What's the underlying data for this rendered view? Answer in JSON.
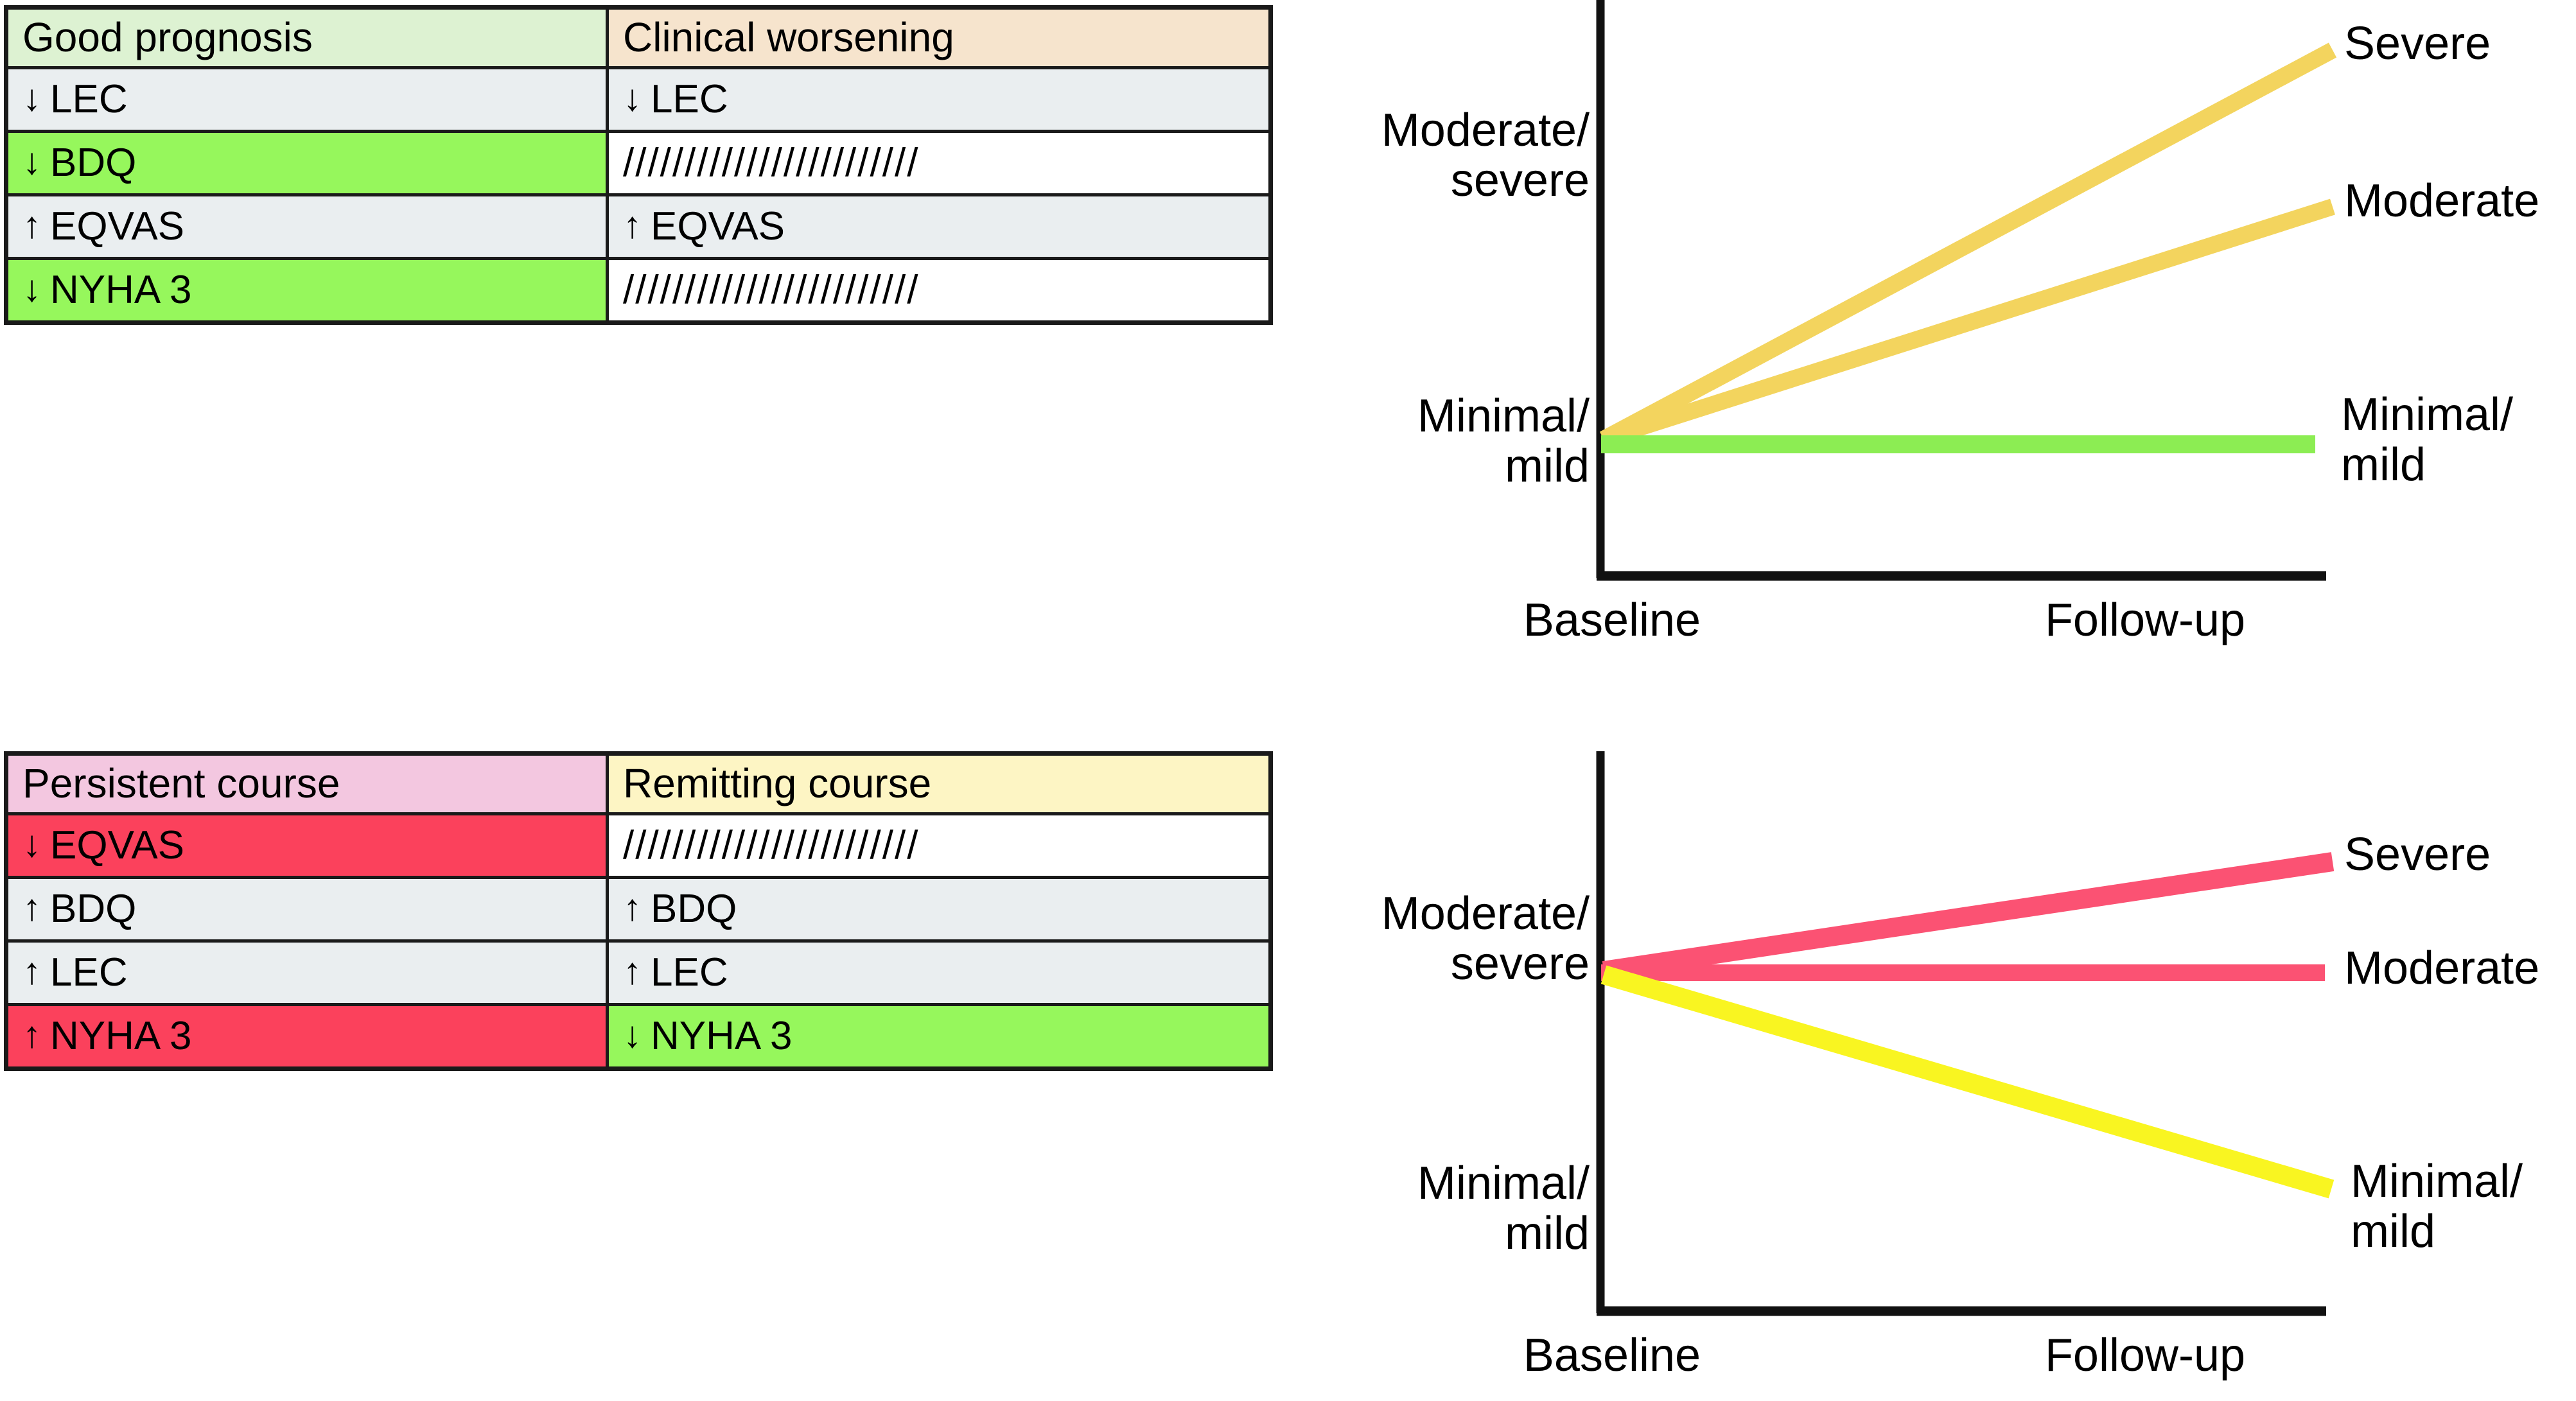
{
  "figure": {
    "panels": [
      {
        "id": "panel-a",
        "table": {
          "headers": [
            "Good prognosis",
            "Clinical worsening"
          ],
          "header_colors": [
            "#ddf2d2",
            "#f6e4cd"
          ],
          "rows": [
            {
              "left": {
                "arrow": "↓",
                "label": "LEC",
                "fill": "#eaeef0",
                "hatched": false
              },
              "right": {
                "arrow": "↓",
                "label": "LEC",
                "fill": "#eaeef0",
                "hatched": false
              }
            },
            {
              "left": {
                "arrow": "↓",
                "label": "BDQ",
                "fill": "#96f75c",
                "hatched": false
              },
              "right": {
                "arrow": "",
                "label": "////////////////////////",
                "fill": "#ffffff",
                "hatched": true
              }
            },
            {
              "left": {
                "arrow": "↑",
                "label": "EQVAS",
                "fill": "#eaeef0",
                "hatched": false
              },
              "right": {
                "arrow": "↑",
                "label": "EQVAS",
                "fill": "#eaeef0",
                "hatched": false
              }
            },
            {
              "left": {
                "arrow": "↓",
                "label": "NYHA 3",
                "fill": "#96f75c",
                "hatched": false
              },
              "right": {
                "arrow": "",
                "label": "////////////////////////",
                "fill": "#ffffff",
                "hatched": true
              }
            }
          ]
        },
        "chart": {
          "type": "line",
          "title": "",
          "xlabel": "",
          "ylabel": "",
          "x_ticks": [
            "Baseline",
            "Follow-up"
          ],
          "y_ticks": [
            "Moderate/\nsevere",
            "Minimal/\nmild"
          ],
          "y_tick_values": [
            2,
            1
          ],
          "ylim": [
            0.4,
            3.0
          ],
          "xlim": [
            0,
            1
          ],
          "grid": false,
          "legend_position": "right-of-line-end",
          "series": [
            {
              "name": "Severe",
              "color": "#f3d45e",
              "x": [
                0,
                1
              ],
              "y": [
                1.0,
                2.72
              ],
              "end_label": "Severe"
            },
            {
              "name": "Moderate",
              "color": "#f3d45e",
              "x": [
                0,
                1
              ],
              "y": [
                1.0,
                2.3
              ],
              "end_label": "Moderate"
            },
            {
              "name": "Minimal/mild",
              "color": "#8ced53",
              "x": [
                0,
                1
              ],
              "y": [
                1.0,
                1.0
              ],
              "end_label": "Minimal/\nmild"
            }
          ]
        }
      },
      {
        "id": "panel-b",
        "table": {
          "headers": [
            "Persistent course",
            "Remitting course"
          ],
          "header_colors": [
            "#f3c7e0",
            "#fdf5c4"
          ],
          "rows": [
            {
              "left": {
                "arrow": "↓",
                "label": "EQVAS",
                "fill": "#fb415c",
                "hatched": false
              },
              "right": {
                "arrow": "",
                "label": "////////////////////////",
                "fill": "#ffffff",
                "hatched": true
              }
            },
            {
              "left": {
                "arrow": "↑",
                "label": "BDQ",
                "fill": "#eaeef0",
                "hatched": false
              },
              "right": {
                "arrow": "↑",
                "label": "BDQ",
                "fill": "#eaeef0",
                "hatched": false
              }
            },
            {
              "left": {
                "arrow": "↑",
                "label": "LEC",
                "fill": "#eaeef0",
                "hatched": false
              },
              "right": {
                "arrow": "↑",
                "label": "LEC",
                "fill": "#eaeef0",
                "hatched": false
              }
            },
            {
              "left": {
                "arrow": "↑",
                "label": "NYHA 3",
                "fill": "#fb415c",
                "hatched": false
              },
              "right": {
                "arrow": "↓",
                "label": "NYHA 3",
                "fill": "#96f75c",
                "hatched": false
              }
            }
          ]
        },
        "chart": {
          "type": "line",
          "title": "",
          "xlabel": "",
          "ylabel": "",
          "x_ticks": [
            "Baseline",
            "Follow-up"
          ],
          "y_ticks": [
            "Moderate/\nsevere",
            "Minimal/\nmild"
          ],
          "y_tick_values": [
            2,
            1
          ],
          "ylim": [
            0.4,
            3.0
          ],
          "xlim": [
            0,
            1
          ],
          "grid": false,
          "legend_position": "right-of-line-end",
          "series": [
            {
              "name": "Severe",
              "color": "#fb5273",
              "x": [
                0,
                1
              ],
              "y": [
                2.0,
                2.53
              ],
              "end_label": "Severe"
            },
            {
              "name": "Moderate",
              "color": "#fb5273",
              "x": [
                0,
                1
              ],
              "y": [
                2.0,
                2.0
              ],
              "end_label": "Moderate"
            },
            {
              "name": "Minimal/mild",
              "color": "#f9f521",
              "x": [
                0,
                1
              ],
              "y": [
                2.0,
                1.02
              ],
              "end_label": "Minimal/\nmild"
            }
          ]
        }
      }
    ],
    "colors": {
      "border": "#1a1a1a",
      "axis": "#111111",
      "grey_cell": "#eaeef0",
      "green_cell": "#96f75c",
      "red_cell": "#fb415c",
      "gold_line": "#f3d45e",
      "green_line": "#8ced53",
      "pink_line": "#fb5273",
      "yellow_line": "#f9f521"
    }
  }
}
